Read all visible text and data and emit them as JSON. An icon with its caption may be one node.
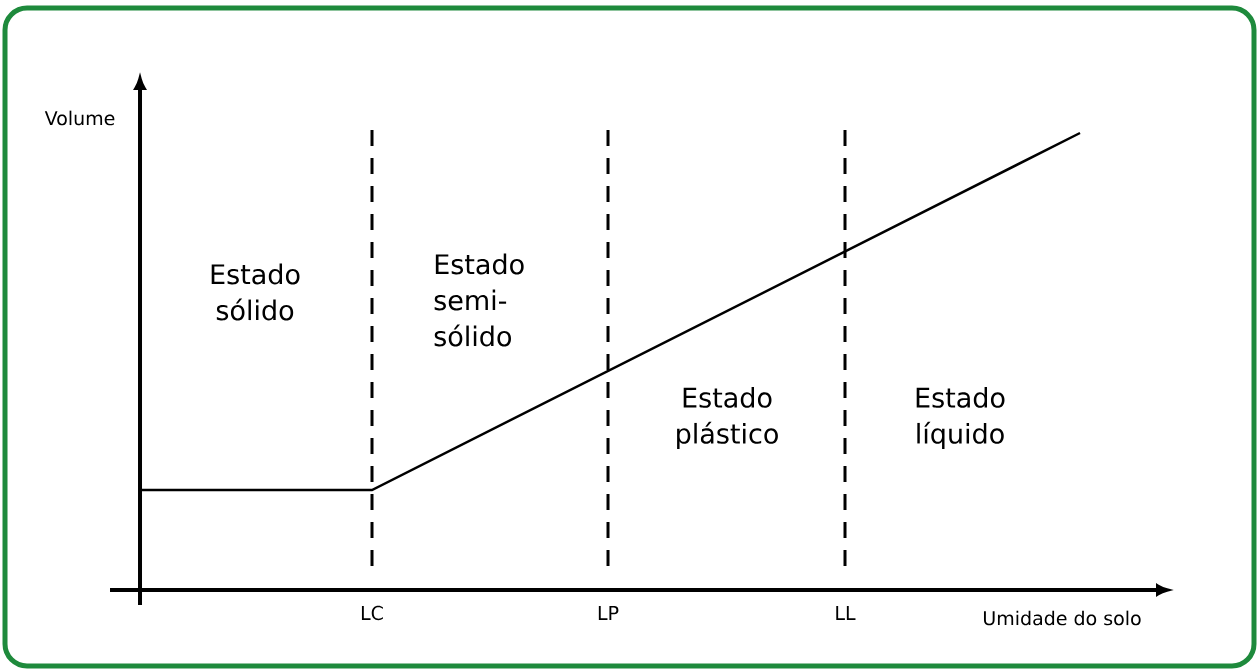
{
  "diagram": {
    "labels": [
      "Volume",
      "Estado sólido",
      "Estado semi-sólido",
      "Estado plástico",
      "Estado líquido",
      "LC",
      "LP",
      "LL",
      "Umidade do solo"
    ]
  }
}
